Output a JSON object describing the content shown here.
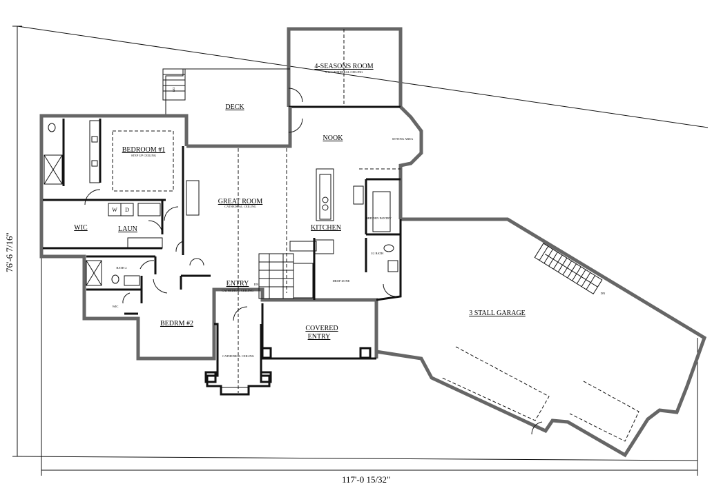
{
  "dimensions": {
    "width_label": "117'-0 15/32\"",
    "depth_label": "76'-6 7/16\""
  },
  "rooms": {
    "four_seasons": {
      "name": "4-SEASONS ROOM",
      "note": "5/12 CATHEDRAL CEILING"
    },
    "deck": {
      "name": "DECK"
    },
    "nook": {
      "name": "NOOK"
    },
    "sitting": {
      "name": "SITTING AREA"
    },
    "bedroom1": {
      "name": "BEDROOM #1",
      "note": "STEP UP CEILING"
    },
    "great_room": {
      "name": "GREAT ROOM",
      "note": "CATHEDRAL CEILING"
    },
    "kitchen": {
      "name": "KITCHEN"
    },
    "pantry": {
      "name": "HIDDEN PANTRY"
    },
    "half_bath": {
      "name": "1/2 BATH"
    },
    "drop_zone": {
      "name": "DROP ZONE"
    },
    "wic": {
      "name": "WIC"
    },
    "laun": {
      "name": "LAUN"
    },
    "washer": "W",
    "dryer": "D",
    "bath2": {
      "name": "BATH 2"
    },
    "wic2": {
      "name": "WIC"
    },
    "entry": {
      "name": "ENTRY",
      "note": "CATHEDRAL CEILING"
    },
    "bedrm2": {
      "name": "BEDRM #2"
    },
    "covered_entry": {
      "name": "COVERED ENTRY",
      "line1": "COVERED",
      "line2": "ENTRY"
    },
    "porch": {
      "note": "CATHEDRAL CEILING"
    },
    "garage": {
      "name": "3 STALL GARAGE"
    }
  },
  "stairs": {
    "deck_dn": "DN",
    "entry_dn": "DN",
    "garage_dn": "DN"
  }
}
